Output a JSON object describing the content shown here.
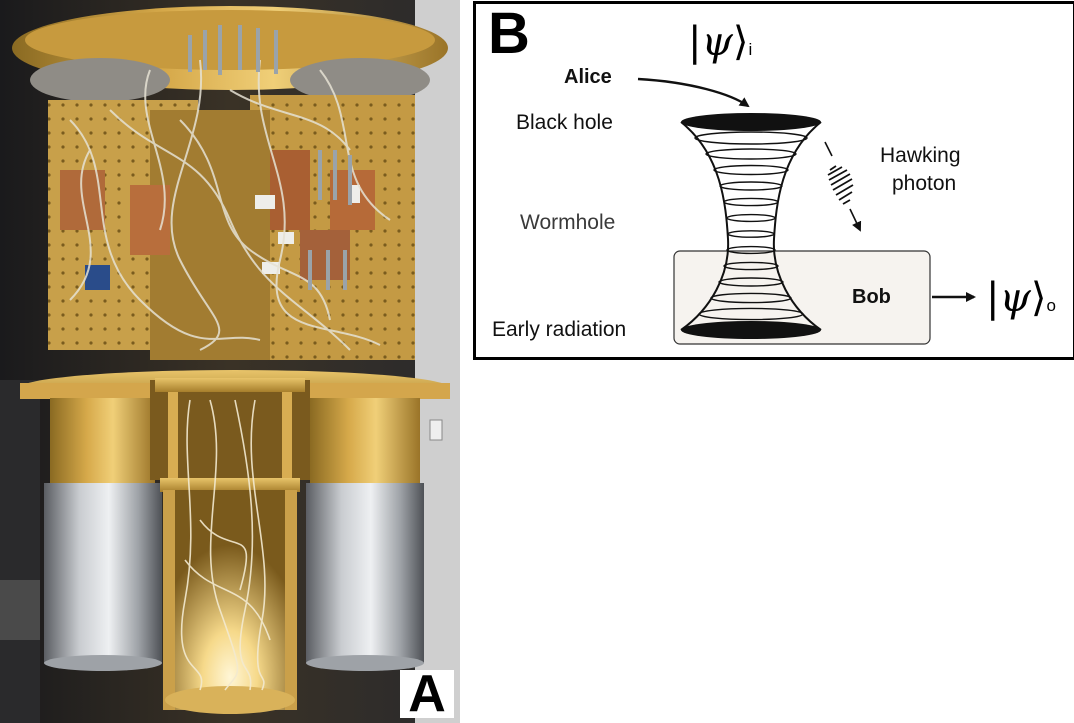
{
  "panels": {
    "photo": {
      "letter": "A"
    },
    "diagram": {
      "letter": "B"
    }
  },
  "diagram": {
    "labels": {
      "alice": "Alice",
      "black_hole": "Black hole",
      "wormhole": "Wormhole",
      "hawking": "Hawking",
      "photon": "photon",
      "bob": "Bob",
      "early_radiation": "Early radiation"
    },
    "kets": {
      "input": {
        "symbol": "ψ",
        "subscript": "i"
      },
      "output": {
        "symbol": "ψ",
        "subscript": "o"
      }
    }
  }
}
